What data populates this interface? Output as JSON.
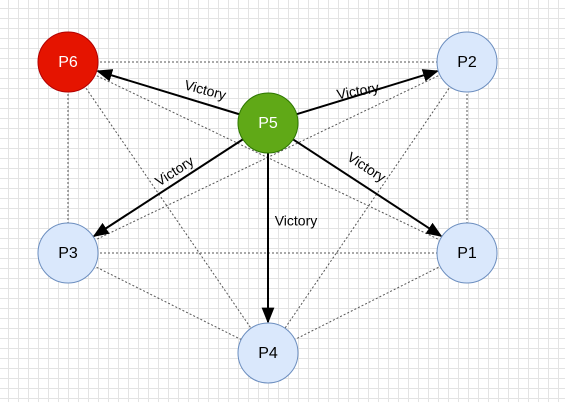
{
  "diagram": {
    "colors": {
      "default_fill": "#dae8fc",
      "default_stroke": "#6c8ebf",
      "p6_fill": "#e51400",
      "p6_stroke": "#b20000",
      "p5_fill": "#60a917",
      "p5_stroke": "#2d7600"
    },
    "nodes": [
      {
        "id": "P6",
        "label": "P6",
        "state": "failed"
      },
      {
        "id": "P2",
        "label": "P2",
        "state": "idle"
      },
      {
        "id": "P5",
        "label": "P5",
        "state": "coordinator"
      },
      {
        "id": "P3",
        "label": "P3",
        "state": "idle"
      },
      {
        "id": "P1",
        "label": "P1",
        "state": "idle"
      },
      {
        "id": "P4",
        "label": "P4",
        "state": "idle"
      }
    ],
    "edges": [
      {
        "from": "P5",
        "to": "P6",
        "label": "Victory"
      },
      {
        "from": "P5",
        "to": "P2",
        "label": "Victory"
      },
      {
        "from": "P5",
        "to": "P3",
        "label": "Victory"
      },
      {
        "from": "P5",
        "to": "P1",
        "label": "Victory"
      },
      {
        "from": "P5",
        "to": "P4",
        "label": "Victory"
      }
    ],
    "links": [
      [
        "P6",
        "P2"
      ],
      [
        "P6",
        "P3"
      ],
      [
        "P6",
        "P1"
      ],
      [
        "P6",
        "P4"
      ],
      [
        "P2",
        "P1"
      ],
      [
        "P2",
        "P3"
      ],
      [
        "P2",
        "P4"
      ],
      [
        "P3",
        "P1"
      ],
      [
        "P3",
        "P4"
      ],
      [
        "P1",
        "P4"
      ]
    ]
  }
}
